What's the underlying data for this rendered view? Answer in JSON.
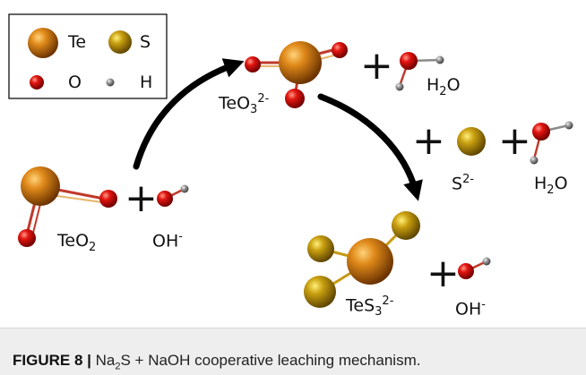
{
  "legend": {
    "te": "Te",
    "s": "S",
    "o": "O",
    "h": "H"
  },
  "labels": {
    "teo2_main": "TeO",
    "teo2_sub": "2",
    "oh_main": "OH",
    "oh_sup": "-",
    "teo3_main": "TeO",
    "teo3_sub": "3",
    "teo3_sup": "2-",
    "h2o_h": "H",
    "h2o_sub": "2",
    "h2o_o": "O",
    "s_main": "S",
    "s_sup": "2-",
    "tes3_main": "TeS",
    "tes3_sub": "3",
    "tes3_sup": "2-",
    "plus": "+"
  },
  "caption": {
    "figure": "FIGURE 8 |",
    "na": "Na",
    "na_sub": "2",
    "rest": "S + NaOH cooperative leaching mechanism."
  },
  "colors": {
    "te": "#c8700a",
    "s": "#c7a10c",
    "o": "#e0100c",
    "h": "#8a8a8a",
    "bond_te_o": "#c0392b",
    "bond_te_s": "#c69a12",
    "arrow": "#000000"
  }
}
